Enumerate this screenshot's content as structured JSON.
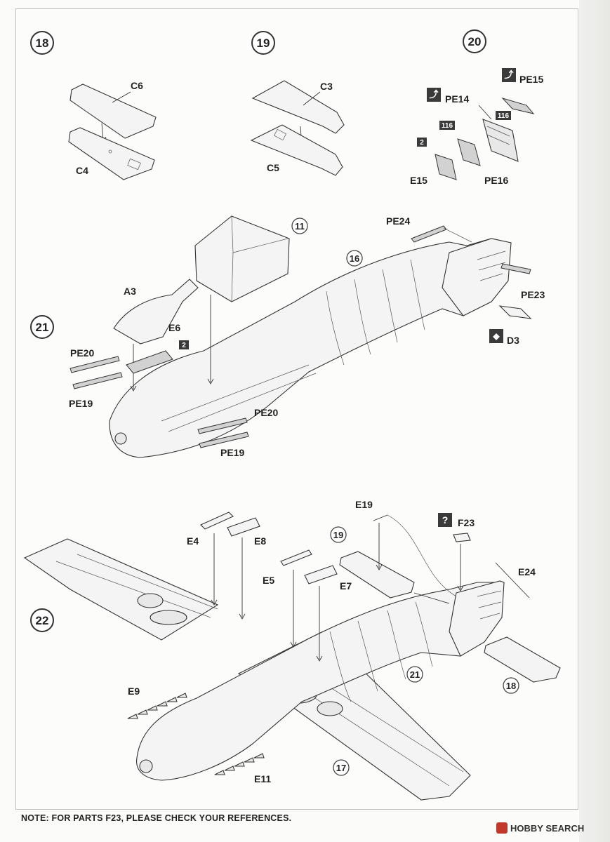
{
  "steps": {
    "s18": "18",
    "s19": "19",
    "s20": "20",
    "s21": "21",
    "s22": "22"
  },
  "sub_refs": {
    "r11": "11",
    "r16": "16",
    "r19": "19",
    "r21": "21",
    "r18": "18",
    "r17": "17"
  },
  "parts": {
    "C6": "C6",
    "C4": "C4",
    "C3": "C3",
    "C5": "C5",
    "PE15": "PE15",
    "PE14": "PE14",
    "PE16": "PE16",
    "E15": "E15",
    "PE24": "PE24",
    "PE23": "PE23",
    "D3": "D3",
    "A3": "A3",
    "E6": "E6",
    "PE20_a": "PE20",
    "PE19_a": "PE19",
    "PE20_b": "PE20",
    "PE19_b": "PE19",
    "E19": "E19",
    "F23": "F23",
    "E4": "E4",
    "E8": "E8",
    "E5": "E5",
    "E7": "E7",
    "E24": "E24",
    "E9": "E9",
    "E11": "E11"
  },
  "badges": {
    "pe15_fold": "⤴",
    "pe14_fold": "⤴",
    "b116_a": "116",
    "b116_b": "116",
    "b2_a": "2",
    "b2_b": "2",
    "d3_icon": "◆",
    "f23_query": "?"
  },
  "footer": {
    "note": "NOTE: FOR PARTS F23, PLEASE CHECK YOUR REFERENCES.",
    "watermark": "HOBBY SEARCH"
  },
  "colors": {
    "line": "#333333",
    "part_fill": "#f4f4f4",
    "pe_fill": "#d2d2d2",
    "badge": "#3a3a3a",
    "brand": "#c0392b"
  }
}
